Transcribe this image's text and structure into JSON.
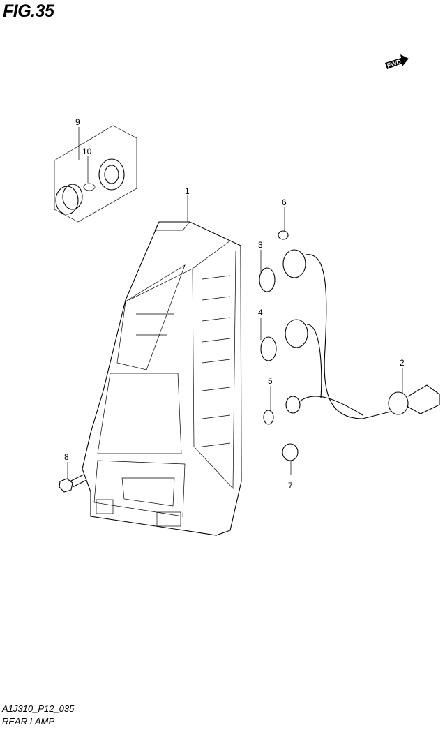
{
  "figure": {
    "title": "FIG.35",
    "code": "A1J310_P12_035",
    "name": "REAR LAMP"
  },
  "fwd_indicator": {
    "label": "FWD"
  },
  "callouts": [
    {
      "id": "1",
      "part": "rear-combination-lamp"
    },
    {
      "id": "2",
      "part": "lamp-harness"
    },
    {
      "id": "3",
      "part": "bulb"
    },
    {
      "id": "4",
      "part": "bulb"
    },
    {
      "id": "5",
      "part": "bulb"
    },
    {
      "id": "6",
      "part": "clip"
    },
    {
      "id": "7",
      "part": "grommet"
    },
    {
      "id": "8",
      "part": "screw"
    },
    {
      "id": "9",
      "part": "socket-assembly"
    },
    {
      "id": "10",
      "part": "bulb"
    }
  ]
}
